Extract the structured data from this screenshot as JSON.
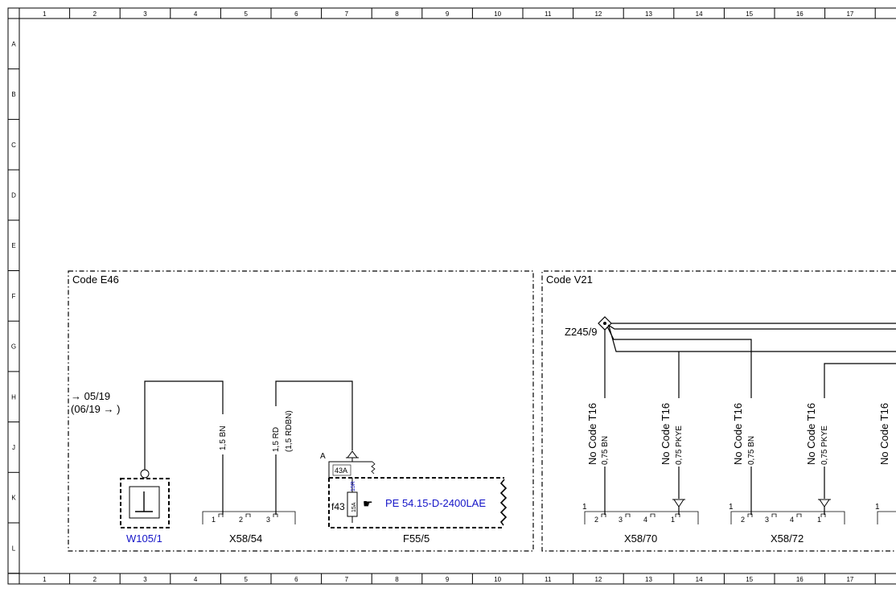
{
  "columns": [
    "1",
    "2",
    "3",
    "4",
    "5",
    "6",
    "7",
    "8",
    "9",
    "10",
    "11",
    "12",
    "13",
    "14",
    "15",
    "16",
    "17"
  ],
  "rows": [
    "A",
    "B",
    "C",
    "D",
    "E",
    "F",
    "G",
    "H",
    "J",
    "K",
    "L"
  ],
  "sections": {
    "e46": {
      "title": "Code E46"
    },
    "v21": {
      "title": "Code V21"
    }
  },
  "e46": {
    "date_range_1": "→ 05/19",
    "date_range_2": "(06/19 → )",
    "ground_component": "W105/1",
    "wire1": "1,5 BN",
    "wire2_top": "1,5 RD",
    "wire2_bottom": "(1,5 RDBN)",
    "connector1": {
      "name": "X58/54",
      "pins": [
        "1",
        "2",
        "3"
      ]
    },
    "fuse_block": "F55/5",
    "fuse_id": "f43",
    "fuse_rating": "15A",
    "fuse_circuit": "15R",
    "terminal_43a": "43A",
    "point_a": "A",
    "reference": "PE 54.15-D-2400LAE",
    "reference_icon": "pointing-hand"
  },
  "v21": {
    "splice": "Z245/9",
    "wires": [
      {
        "code": "No Code T16",
        "spec": "0,75 BN"
      },
      {
        "code": "No Code T16",
        "spec": "0,75 PKYE"
      },
      {
        "code": "No Code T16",
        "spec": "0,75 BN"
      },
      {
        "code": "No Code T16",
        "spec": "0,75 PKYE"
      },
      {
        "code": "No Code T16",
        "spec": ""
      }
    ],
    "connector70": {
      "name": "X58/70",
      "marker": "1",
      "pins": [
        "2",
        "3",
        "4",
        "1"
      ]
    },
    "connector72": {
      "name": "X58/72",
      "marker": "1",
      "pins": [
        "2",
        "3",
        "4",
        "1"
      ]
    },
    "connector_next_marker": "1"
  }
}
